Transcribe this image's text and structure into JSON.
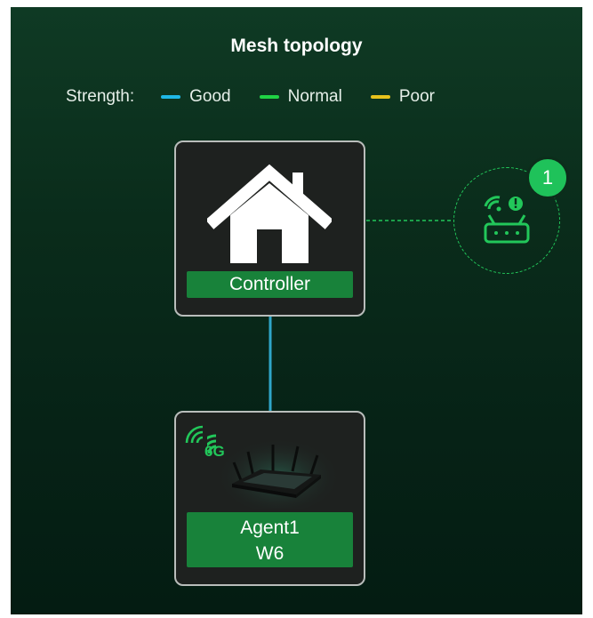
{
  "topology": {
    "title": "Mesh topology",
    "legend": {
      "label": "Strength:",
      "items": [
        {
          "name": "Good",
          "color": "#1fb7e6"
        },
        {
          "name": "Normal",
          "color": "#1fd344"
        },
        {
          "name": "Poor",
          "color": "#e8c21c"
        }
      ]
    },
    "controller": {
      "label": "Controller",
      "icon": "home-icon"
    },
    "agent": {
      "label_line1": "Agent1",
      "label_line2": "W6",
      "band": "6G",
      "icon": "router-icon"
    },
    "offline_devices": {
      "count": "1",
      "icon": "router-alert-icon"
    },
    "link_color": "#2fa6c9",
    "accent": "#18823a"
  }
}
